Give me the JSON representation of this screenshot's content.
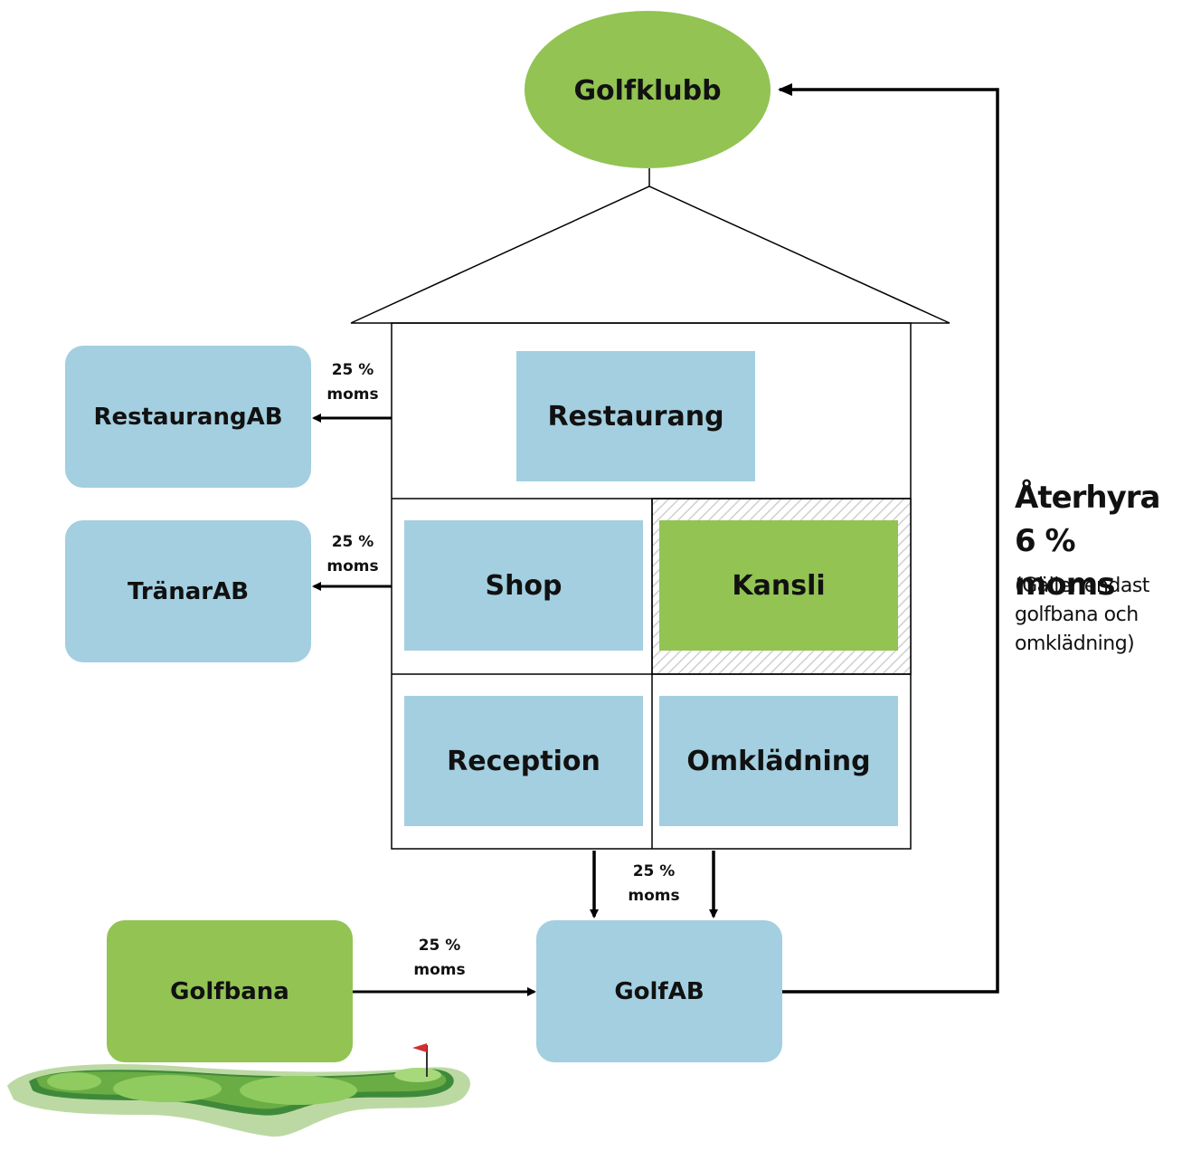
{
  "nodes": {
    "golfklubb": "Golfklubb",
    "restaurang": "Restaurang",
    "shop": "Shop",
    "kansli": "Kansli",
    "reception": "Reception",
    "omkladning": "Omklädning",
    "restaurang_ab": "RestaurangAB",
    "tranar_ab": "TränarAB",
    "golfbana": "Golfbana",
    "golf_ab": "GolfAB"
  },
  "edges": {
    "restaurang_vat_line1": "25 %",
    "restaurang_vat_line2": "moms",
    "tranar_vat_line1": "25 %",
    "tranar_vat_line2": "moms",
    "building_vat_line1": "25 %",
    "building_vat_line2": "moms",
    "golfbana_vat_line1": "25 %",
    "golfbana_vat_line2": "moms"
  },
  "note": {
    "title_line1": "Återhyra",
    "title_line2": "6 % moms",
    "sub_line1": "(Gäller endast",
    "sub_line2": "golfbana och",
    "sub_line3": "omklädning)"
  },
  "colors": {
    "blue": "#a3cfe0",
    "green": "#92c353",
    "line": "#000000"
  }
}
